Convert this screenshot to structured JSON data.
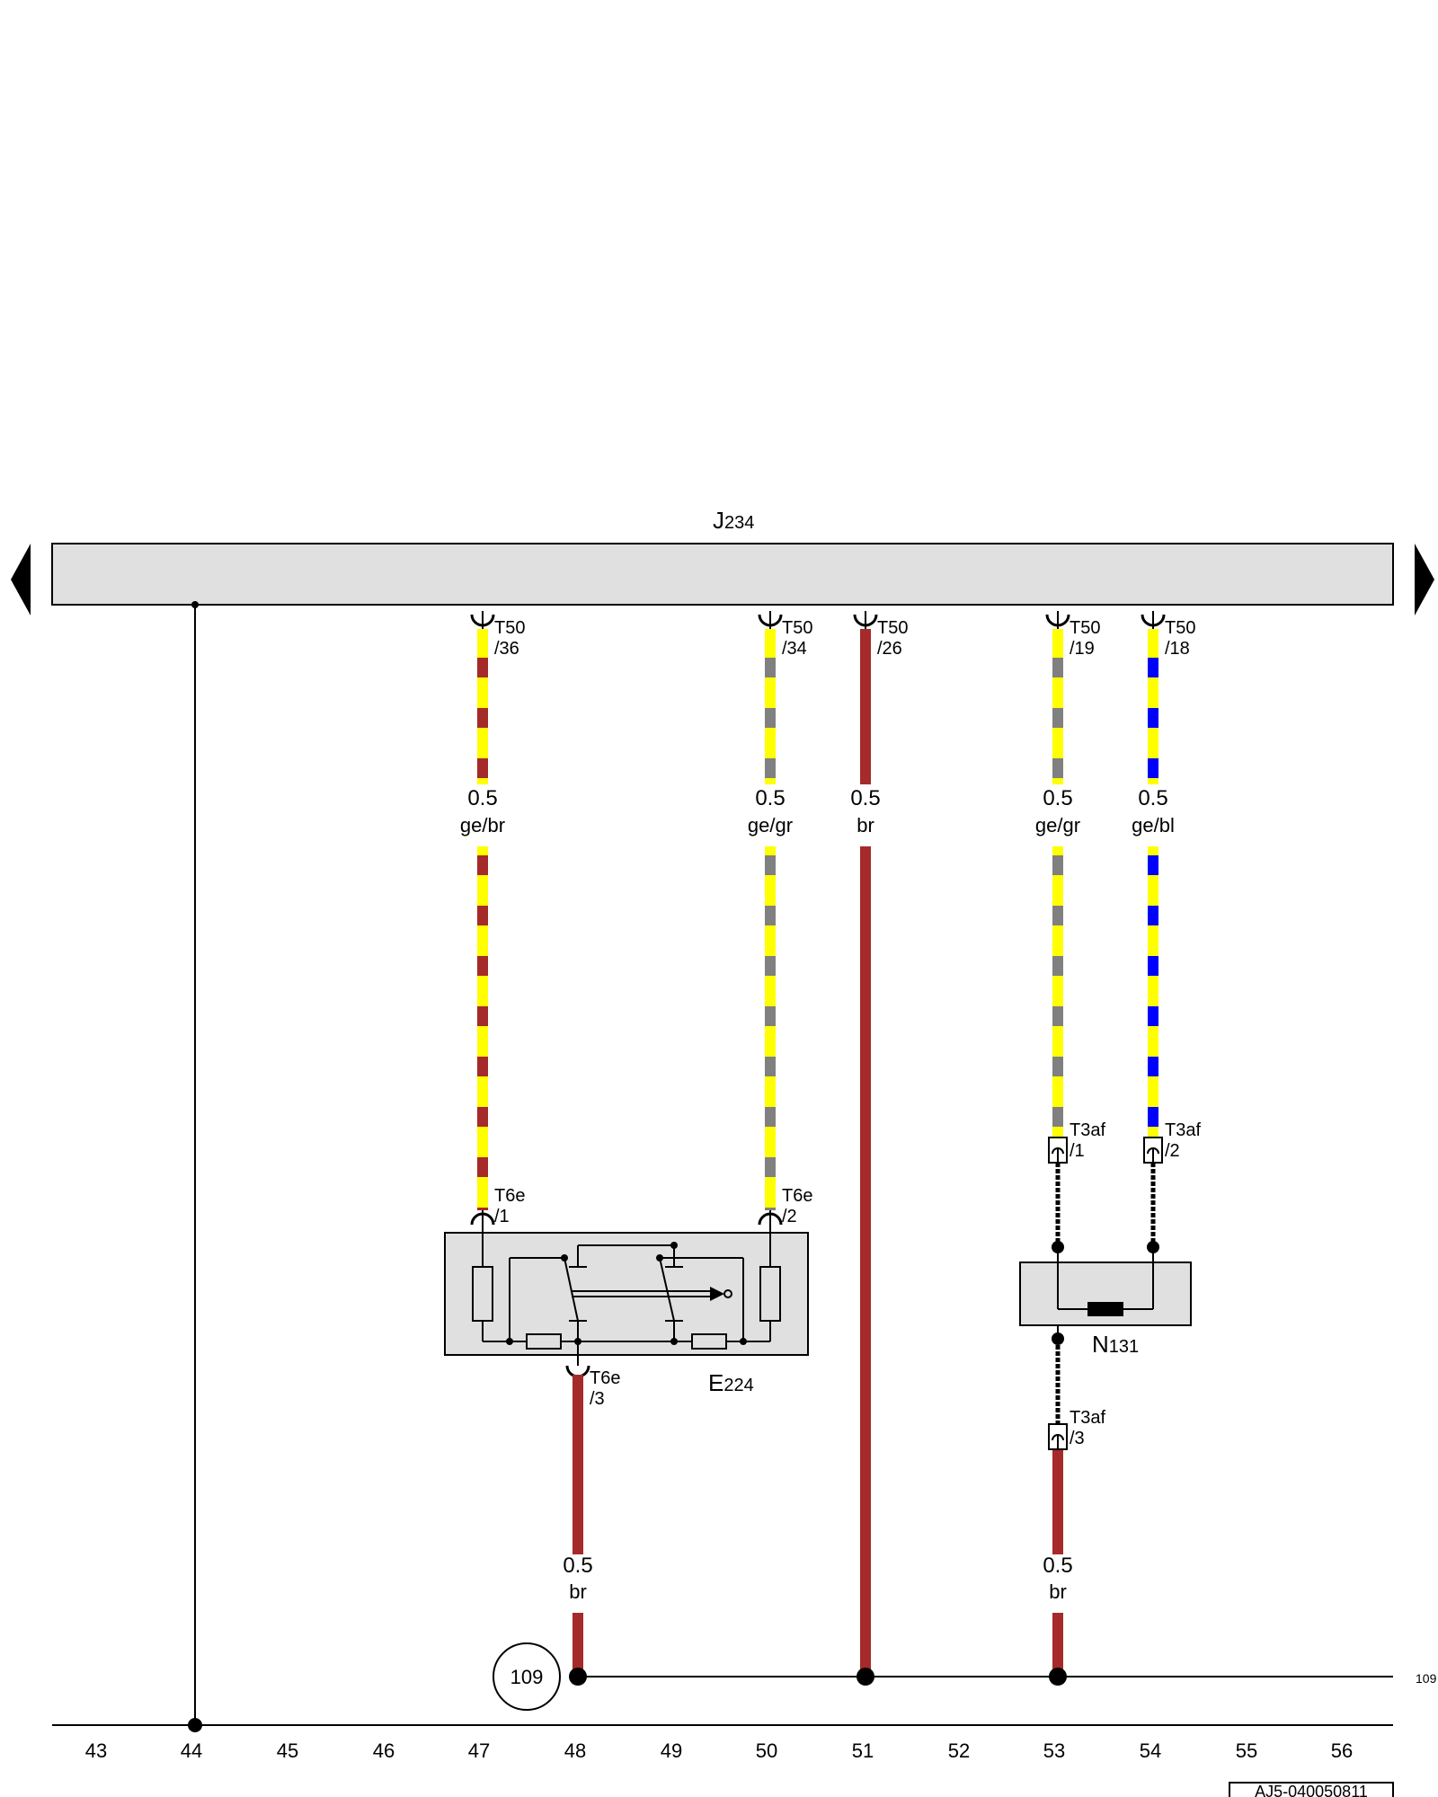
{
  "ecu": {
    "name": "J",
    "sub": "234"
  },
  "wires": {
    "w47": {
      "conn_top": "T50",
      "pin_top": "/36",
      "size": "0.5",
      "color": "ge/br",
      "conn_bot": "T6e",
      "pin_bot": "/1",
      "colors": [
        "#ffff00",
        "#a52a2a"
      ]
    },
    "w50": {
      "conn_top": "T50",
      "pin_top": "/34",
      "size": "0.5",
      "color": "ge/gr",
      "conn_bot": "T6e",
      "pin_bot": "/2",
      "colors": [
        "#ffff00",
        "#808080"
      ]
    },
    "w51": {
      "conn_top": "T50",
      "pin_top": "/26",
      "size": "0.5",
      "color": "br",
      "colors": [
        "#a52a2a"
      ]
    },
    "w53": {
      "conn_top": "T50",
      "pin_top": "/19",
      "size": "0.5",
      "color": "ge/gr",
      "conn_bot": "T3af",
      "pin_bot": "/1",
      "colors": [
        "#ffff00",
        "#808080"
      ]
    },
    "w54": {
      "conn_top": "T50",
      "pin_top": "/18",
      "size": "0.5",
      "color": "ge/bl",
      "conn_bot": "T3af",
      "pin_bot": "/2",
      "colors": [
        "#ffff00",
        "#0000ff"
      ]
    },
    "w48": {
      "conn_top": "T6e",
      "pin_top": "/3",
      "size": "0.5",
      "color": "br",
      "colors": [
        "#a52a2a"
      ]
    },
    "w53b": {
      "conn_top": "T3af",
      "pin_top": "/3",
      "size": "0.5",
      "color": "br",
      "colors": [
        "#a52a2a"
      ]
    }
  },
  "components": {
    "e224": {
      "name": "E",
      "sub": "224"
    },
    "n131": {
      "name": "N",
      "sub": "131"
    }
  },
  "ground": {
    "ref": "109",
    "right_ref": "109"
  },
  "grid": [
    "43",
    "44",
    "45",
    "46",
    "47",
    "48",
    "49",
    "50",
    "51",
    "52",
    "53",
    "54",
    "55",
    "56"
  ],
  "doc_id": "AJ5-040050811"
}
